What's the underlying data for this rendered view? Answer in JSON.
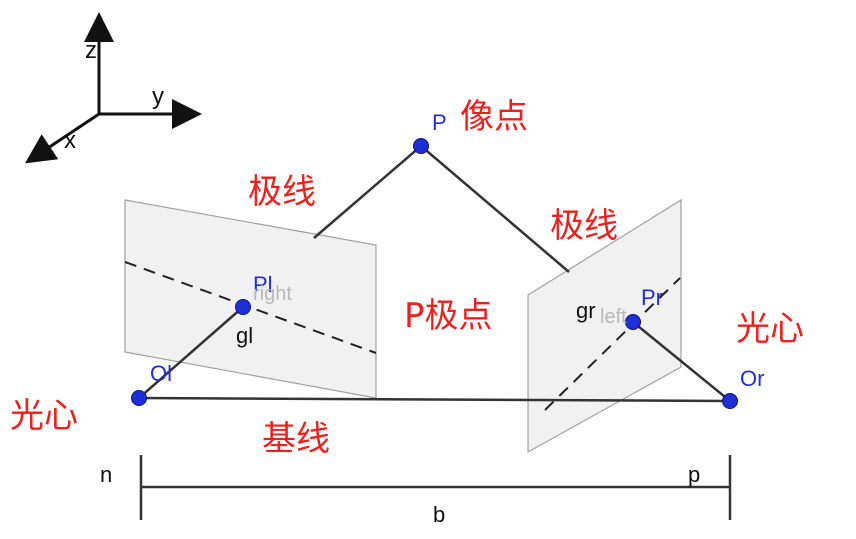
{
  "axes": {
    "z": "z",
    "y": "y",
    "x": "x"
  },
  "points": {
    "P": "P",
    "Pl": "Pl",
    "Pr": "Pr",
    "Ol": "Ol",
    "Or": "Or"
  },
  "small_labels": {
    "gl": "gl",
    "gr": "gr",
    "right": "right",
    "left": "left"
  },
  "annotations": {
    "image_point": "像点",
    "epipolar_line_left": "极线",
    "epipolar_line_right": "极线",
    "epipole": "P极点",
    "optical_center_left": "光心",
    "optical_center_right": "光心",
    "baseline": "基线"
  },
  "dimension": {
    "left_end": "n",
    "right_end": "p",
    "length": "b"
  },
  "colors": {
    "annotation": "#e8231f",
    "point": "#1f2fd6",
    "line": "#333333",
    "plane_fill": "#ececec",
    "plane_stroke": "#9a9a9a"
  }
}
